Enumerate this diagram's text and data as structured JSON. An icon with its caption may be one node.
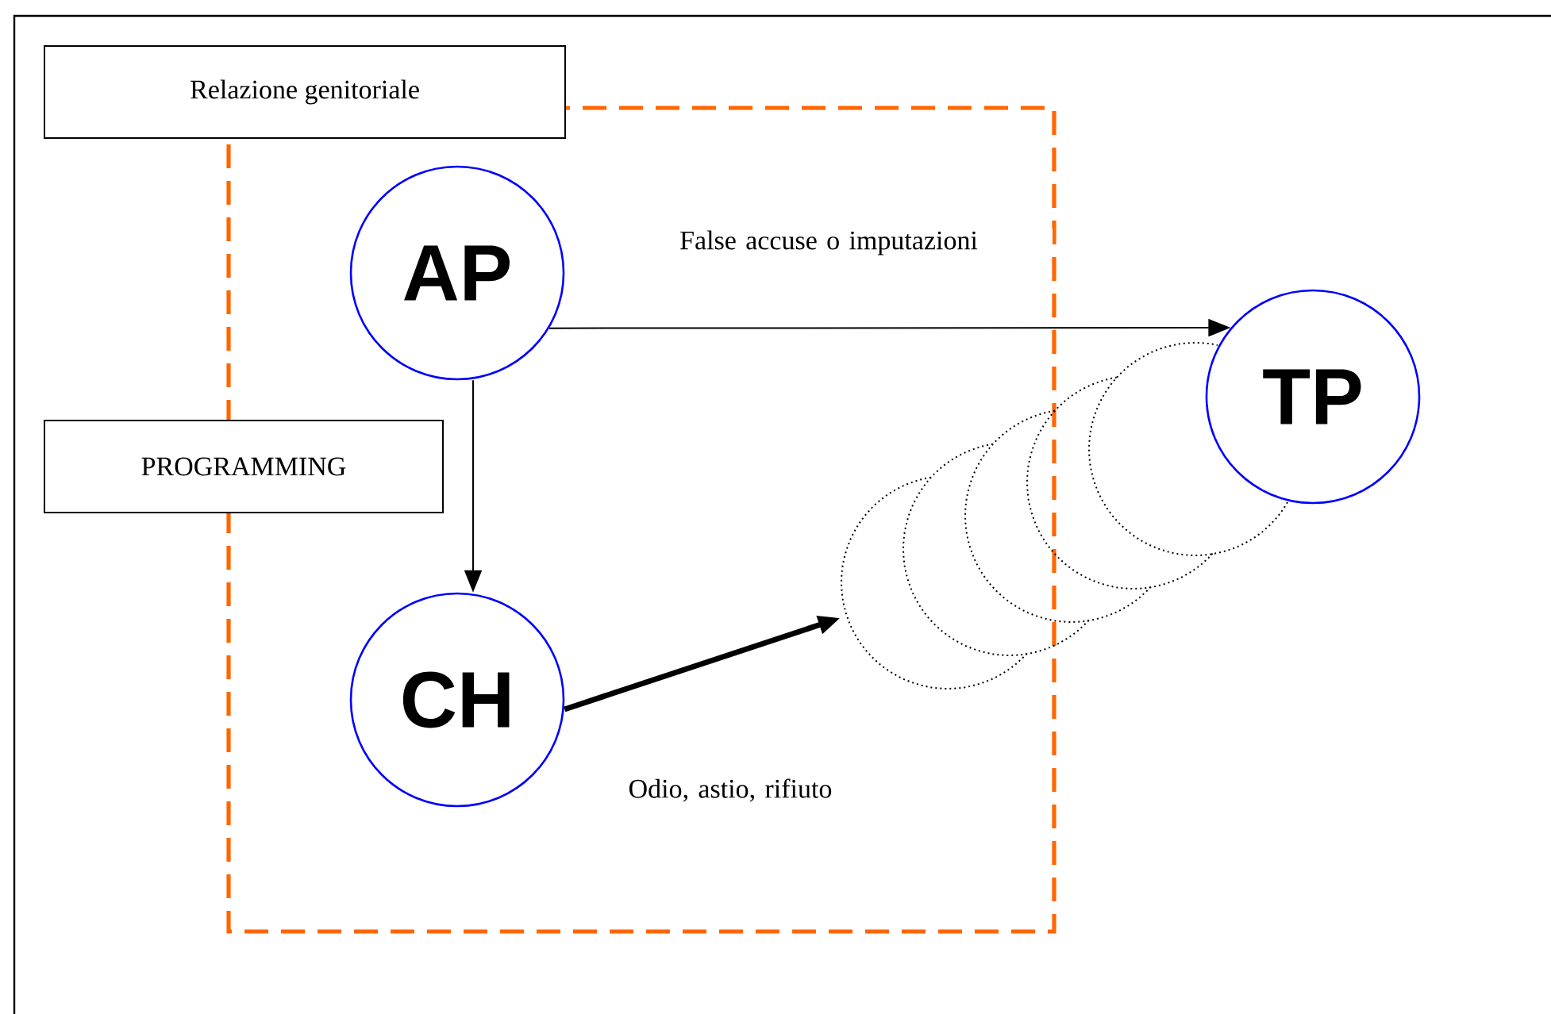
{
  "diagram": {
    "nodes": [
      {
        "text": [
          "Relazione genitoriale"
        ]
      },
      {
        "text": [
          "PROGRAMMING"
        ]
      },
      {
        "text": [
          "AP"
        ]
      },
      {
        "text": [
          "CH"
        ]
      },
      {
        "text": [
          "TP"
        ]
      },
      {
        "text": [],
        "shape": "circle"
      },
      {
        "text": [],
        "shape": "circle"
      },
      {
        "text": [],
        "shape": "circle"
      },
      {
        "text": [],
        "shape": "circle"
      },
      {
        "text": [],
        "shape": "circle"
      }
    ],
    "edges": [
      {
        "from": 2,
        "to": 4,
        "arrow": "to",
        "label": "False accuse o imputazioni"
      },
      {
        "from": 2,
        "to": 3,
        "arrow": "to"
      },
      {
        "from": 3,
        "to": 5,
        "arrow": "to",
        "label": "Odio, astio, rifiuto",
        "style": "thick"
      }
    ]
  }
}
